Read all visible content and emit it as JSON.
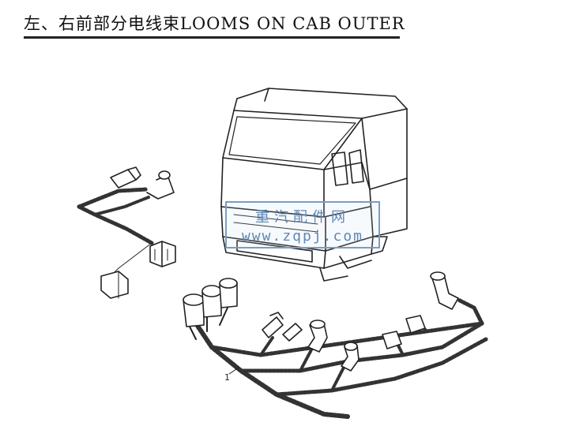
{
  "title": "左、右前部分电线束LOOMS ON CAB OUTER",
  "watermark": {
    "cn": "重汽配件网",
    "url": "www.zqpj.com"
  },
  "callout": "1"
}
